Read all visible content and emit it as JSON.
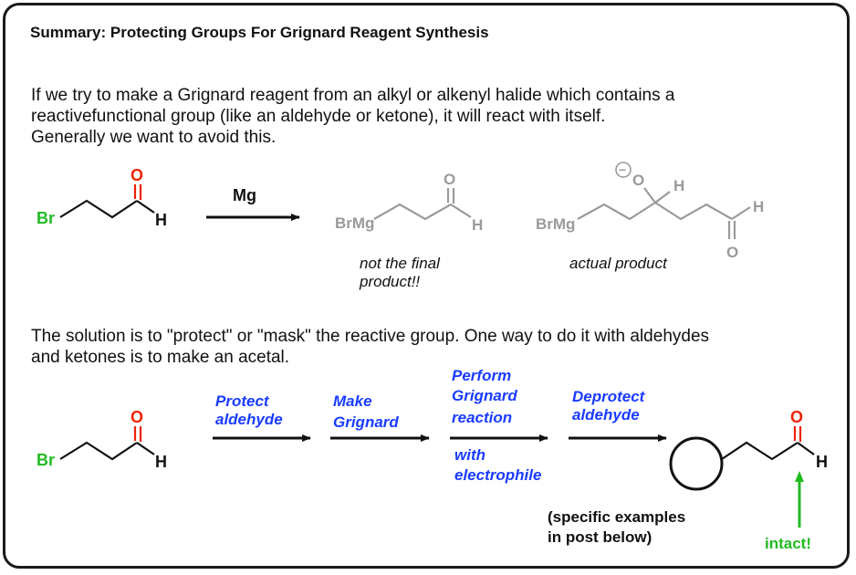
{
  "title": "Summary: Protecting Groups For Grignard Reagent Synthesis",
  "intro": {
    "line1": "If we try to make a Grignard reagent from an alkyl or alkenyl halide which contains a",
    "line2": "reactivefunctional group (like an aldehyde or ketone), it will react with itself.",
    "line3": "Generally we want to avoid this."
  },
  "reaction1": {
    "reagent": "Mg",
    "caption_wrong_1": "not the final",
    "caption_wrong_2": "product!!",
    "caption_actual": "actual product"
  },
  "solution": {
    "line1": "The solution is to \"protect\" or \"mask\" the reactive group. One way to do it with aldehydes",
    "line2": "and ketones is to make an acetal."
  },
  "steps": {
    "step1_a": "Protect",
    "step1_b": "aldehyde",
    "step2_a": "Make",
    "step2_b": "Grignard",
    "step3_a": "Perform",
    "step3_b": "Grignard",
    "step3_c": "reaction",
    "step3_d": "with",
    "step3_e": "electrophile",
    "step4_a": "Deprotect",
    "step4_b": "aldehyde"
  },
  "footnote_1": "(specific examples",
  "footnote_2": "in post below)",
  "intact_label": "intact!",
  "atoms": {
    "br": "Br",
    "o": "O",
    "h": "H",
    "brmg": "BrMg",
    "minus": "−"
  },
  "colors": {
    "halogen": "#22bb22",
    "oxygen": "#ee2200",
    "step_text": "#1a3cff",
    "byproduct": "#9a9a9a",
    "arrow_intact": "#22bb22"
  }
}
